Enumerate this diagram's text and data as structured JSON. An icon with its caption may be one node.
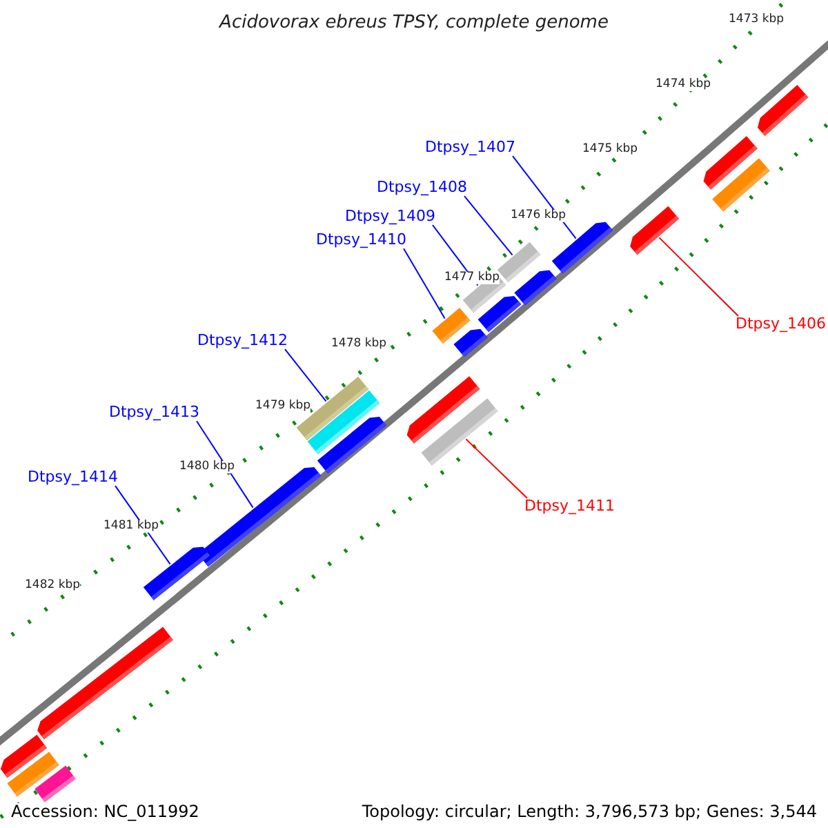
{
  "diagram": {
    "title": "Acidovorax ebreus TPSY, complete genome",
    "nodes": [
      {
        "text": [
          "Dtpsy_1407"
        ]
      },
      {
        "text": [
          "Dtpsy_1408"
        ]
      },
      {
        "text": [
          "Dtpsy_1409"
        ]
      },
      {
        "text": [
          "Dtpsy_1410"
        ]
      },
      {
        "text": [
          "Dtpsy_1412"
        ]
      },
      {
        "text": [
          "Dtpsy_1413"
        ]
      },
      {
        "text": [
          "Dtpsy_1414"
        ]
      },
      {
        "text": [
          "Dtpsy_1406"
        ]
      },
      {
        "text": [
          "Dtpsy_1411"
        ]
      },
      {
        "text": [],
        "shape": "bar"
      },
      {
        "text": [],
        "shape": "bar"
      },
      {
        "text": [],
        "shape": "bar"
      },
      {
        "text": [],
        "shape": "bar"
      },
      {
        "text": [],
        "shape": "bar"
      },
      {
        "text": [],
        "shape": "bar"
      },
      {
        "text": [],
        "shape": "bar"
      },
      {
        "text": [],
        "shape": "bar"
      },
      {
        "text": [],
        "shape": "bar"
      },
      {
        "text": [],
        "shape": "bar"
      },
      {
        "text": [],
        "shape": "bar"
      },
      {
        "text": [],
        "shape": "bar"
      },
      {
        "text": [],
        "shape": "bar"
      },
      {
        "text": [],
        "shape": "bar"
      },
      {
        "text": [],
        "shape": "bar"
      },
      {
        "text": [],
        "shape": "bar"
      },
      {
        "text": [],
        "shape": "bar"
      },
      {
        "text": [],
        "shape": "bar"
      },
      {
        "text": [],
        "shape": "bar"
      },
      {
        "text": [],
        "shape": "bar"
      },
      {
        "text": [],
        "shape": "bar"
      },
      {
        "text": [],
        "shape": "bar"
      }
    ],
    "edges": [
      {
        "from": 0,
        "to": 13,
        "arrow": "none"
      },
      {
        "from": 1,
        "to": 14,
        "arrow": "none"
      },
      {
        "from": 2,
        "to": 16,
        "arrow": "none"
      },
      {
        "from": 3,
        "to": 18,
        "arrow": "none"
      },
      {
        "from": 4,
        "to": 20,
        "arrow": "none"
      },
      {
        "from": 5,
        "to": 25,
        "arrow": "none"
      },
      {
        "from": 6,
        "to": 26,
        "arrow": "none"
      },
      {
        "from": 7,
        "to": 12,
        "arrow": "none",
        "color": "#ff0000"
      },
      {
        "from": 8,
        "to": 23,
        "arrow": "none",
        "color": "#ff0000"
      }
    ],
    "labels": [
      "1473 kbp",
      "1474 kbp",
      "1475 kbp",
      "1476 kbp",
      "1477 kbp",
      "1478 kbp",
      "1479 kbp",
      "1480 kbp",
      "1481 kbp",
      "1482 kbp",
      "Accession: NC_011992",
      "Topology: circular; Length: 3,796,573 bp; Genes: 3,544"
    ]
  }
}
